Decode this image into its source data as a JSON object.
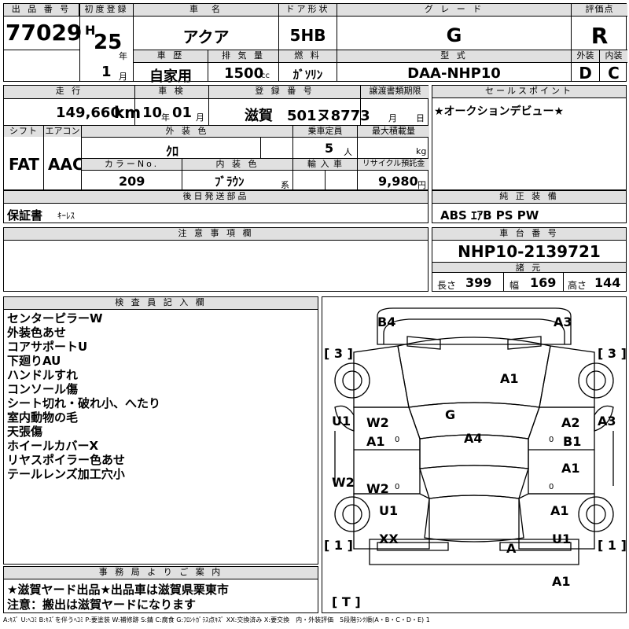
{
  "header": {
    "lot_number_label": "出 品 番 号",
    "lot_number": "77029",
    "first_reg_label": "初度登録",
    "era": "H",
    "year": "25",
    "year_unit": "年",
    "month": "1",
    "month_unit": "月",
    "car_name_label": "車　名",
    "car_name": "アクア",
    "door_label": "ドア形状",
    "door": "5HB",
    "grade_label": "グ レ ー ド",
    "grade": "G",
    "score_label": "評価点",
    "score": "R",
    "history_label": "車 歴",
    "history": "自家用",
    "displacement_label": "排 気 量",
    "displacement": "1500",
    "displacement_unit": "cc",
    "fuel_label": "燃 料",
    "fuel": "ｶﾞｿﾘﾝ",
    "model_label": "型 式",
    "model": "DAA-NHP10",
    "exterior_label": "外装",
    "exterior": "D",
    "interior_label": "内装",
    "interior": "C"
  },
  "row2": {
    "mileage_label": "走 行",
    "mileage": "149,660",
    "mileage_unit": "km",
    "inspection_label": "車 検",
    "inspection_year": "10",
    "inspection_year_unit": "年",
    "inspection_month": "01",
    "inspection_month_unit": "月",
    "reg_label": "登 録 番 号",
    "reg_number": "滋賀　501ヌ8773",
    "transfer_label": "譲渡書類期限",
    "transfer_month": "月",
    "transfer_day": "日",
    "sales_label": "セールスポイント",
    "sales_point": "★オークションデビュー★",
    "shift_label": "シフト",
    "shift": "FAT",
    "ac_label": "エアコン",
    "ac": "AAC",
    "ext_color_label": "外 装 色",
    "ext_color": "ｸﾛ",
    "capacity_label": "乗車定員",
    "capacity": "5",
    "capacity_unit": "人",
    "load_label": "最大積載量",
    "load_unit": "kg",
    "color_no_label": "カラーNo.",
    "color_no": "209",
    "int_color_label": "内 装 色",
    "int_color": "ﾌﾞﾗｳﾝ",
    "int_color_unit": "系",
    "import_label": "輸 入 車",
    "recycle_label": "リサイクル預託金",
    "recycle": "9,980",
    "recycle_unit": "円"
  },
  "parts": {
    "later_label": "後日発送部品",
    "later_items": "保証書",
    "later_items_small": "ｷｰﾚｽ",
    "genuine_label": "純 正 装 備",
    "genuine_items": "ABS ｴｱB PS PW"
  },
  "notes": {
    "caution_label": "注 意 事 項 欄",
    "chassis_label": "車 台 番 号",
    "chassis": "NHP10-2139721",
    "spec_label": "諸 元",
    "length_label": "長さ",
    "length": "399",
    "width_label": "幅",
    "width": "169",
    "height_label": "高さ",
    "height": "144"
  },
  "inspector": {
    "label": "検 査 員 記 入 欄",
    "lines": [
      "センターピラーW",
      "外装色あせ",
      "コアサポートU",
      "下廻りAU",
      "ハンドルすれ",
      "コンソール傷",
      "シート切れ・破れ小、へたり",
      "室内動物の毛",
      "天張傷",
      "ホイールカバーX",
      "リヤスポイラー色あせ",
      "テールレンズ加工穴小"
    ]
  },
  "office": {
    "label": "事 務 局 よ り ご 案 内",
    "line1": "★滋賀ヤード出品★出品車は滋賀県栗東市",
    "line2": "注意：搬出は滋賀ヤードになります"
  },
  "diagram": {
    "marks": {
      "b4": "B4",
      "a3_top": "A3",
      "br3_l": "[ 3 ]",
      "br3_r": "[ 3 ]",
      "a1_hood": "A1",
      "u1_l": "U1",
      "w2_l": "W2",
      "a1_l": "A1",
      "g": "G",
      "a4": "A4",
      "a2_r": "A2",
      "b1_r": "B1",
      "a3_r": "A3",
      "a1_r": "A1",
      "w2_l2": "W2",
      "w2_l3": "W2",
      "u1_l2": "U1",
      "a1_r2": "A1",
      "xx": "XX",
      "a_rear": "A",
      "u1_r": "U1",
      "br1_l": "[ 1 ]",
      "br1_r": "[ 1 ]",
      "a1_bottom": "A1",
      "t": "[ T ]",
      "zero_l1": "0",
      "zero_r1": "0",
      "zero_l2": "0",
      "zero_r2": "0"
    }
  },
  "legend": "A:ｷｽﾞ U:ﾍｺﾐ B:ｷｽﾞを伴うﾍｺﾐ P:要塗装 W:補修跡 S:錆 C:腐食 G:ﾌﾛﾝﾄｶﾞﾗｽ点ｷｽﾞ XX:交換済み X:要交換　内・外装評価　5段階ﾗﾝｸ順(A・B・C・D・E) 1"
}
